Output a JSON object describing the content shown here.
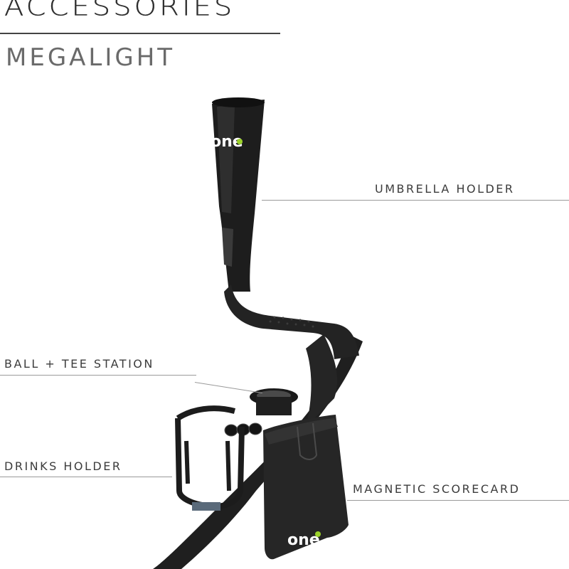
{
  "header": {
    "title": "ACCESSORIES",
    "subtitle": "MEGALIGHT"
  },
  "callouts": {
    "umbrella_holder": "UMBRELLA HOLDER",
    "ball_tee_station": "BALL + TEE STATION",
    "drinks_holder": "DRINKS HOLDER",
    "magnetic_scorecard": "MAGNETIC SCORECARD"
  },
  "product": {
    "logo_text": "one",
    "body_color": "#1e1e1e",
    "logo_accent_color": "#9bd22a"
  }
}
